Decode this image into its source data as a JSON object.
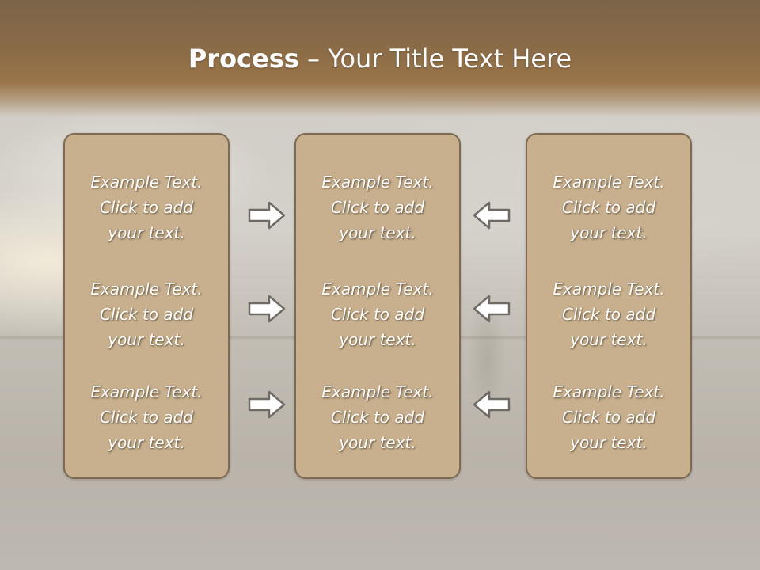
{
  "slide": {
    "title_bold": "Process",
    "title_rest": " – Your Title Text Here",
    "columns": [
      {
        "blocks": [
          {
            "line1": "Example Text.",
            "line2": "Click  to add",
            "line3": "your text."
          },
          {
            "line1": "Example Text.",
            "line2": "Click  to add",
            "line3": "your text."
          },
          {
            "line1": "Example Text.",
            "line2": "Click  to add",
            "line3": "your text."
          }
        ]
      },
      {
        "blocks": [
          {
            "line1": "Example Text.",
            "line2": "Click  to add",
            "line3": "your text."
          },
          {
            "line1": "Example Text.",
            "line2": "Click  to add",
            "line3": "your text."
          },
          {
            "line1": "Example Text.",
            "line2": "Click  to add",
            "line3": "your text."
          }
        ]
      },
      {
        "blocks": [
          {
            "line1": "Example Text.",
            "line2": "Click  to add",
            "line3": "your text."
          },
          {
            "line1": "Example Text.",
            "line2": "Click  to add",
            "line3": "your text."
          },
          {
            "line1": "Example Text.",
            "line2": "Click  to add",
            "line3": "your text."
          }
        ]
      }
    ],
    "arrows": {
      "left_group": [
        "arrow-right-icon",
        "arrow-right-icon",
        "arrow-right-icon"
      ],
      "right_group": [
        "arrow-left-icon",
        "arrow-left-icon",
        "arrow-left-icon"
      ]
    },
    "colors": {
      "header": "#8c6c47",
      "box_fill": "#c8b08e",
      "box_border": "#7e6a52",
      "text": "#ffffff"
    }
  }
}
